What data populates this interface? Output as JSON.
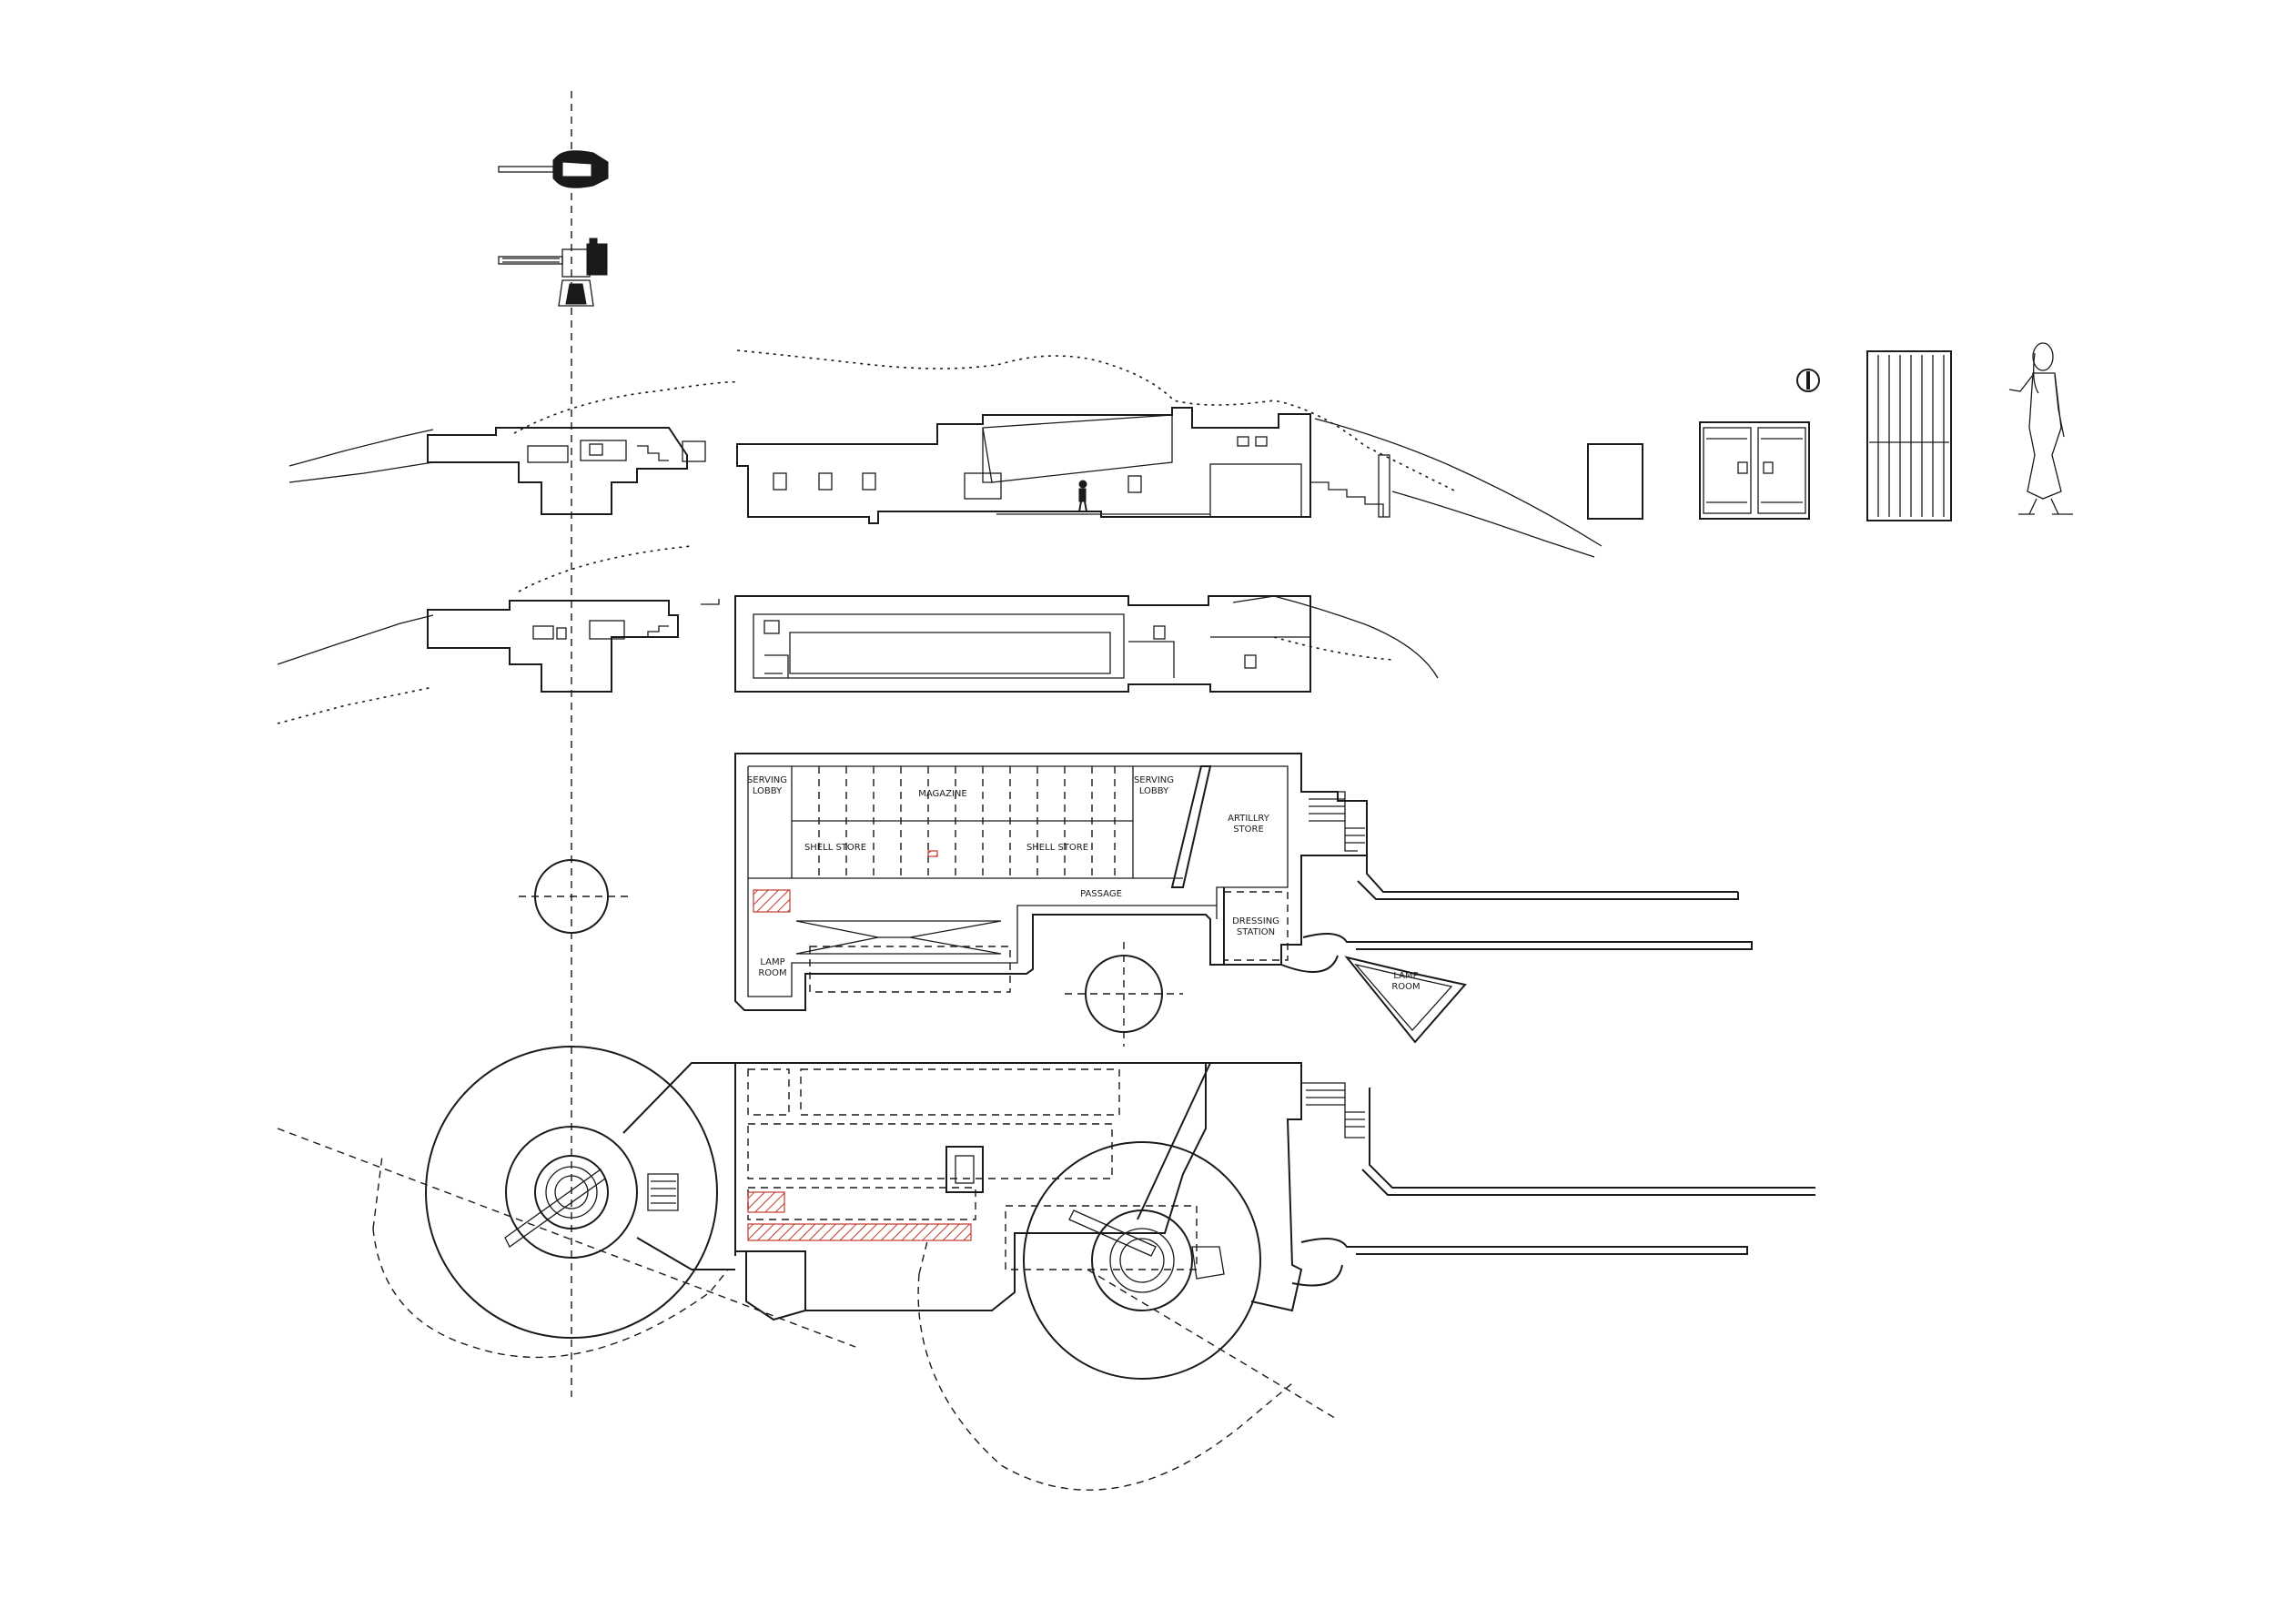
{
  "rooms": {
    "serving_lobby_left": "SERVING\nLOBBY",
    "magazine": "MAGAZINE",
    "serving_lobby_right": "SERVING\nLOBBY",
    "artillery_store": "ARTILLRY\nSTORE",
    "shell_store_left": "SHELL STORE",
    "shell_store_right": "SHELL STORE",
    "passage": "PASSAGE",
    "lamp_room_left": "LAMP\nROOM",
    "dressing_station": "DRESSING\nSTATION",
    "lamp_room_right": "LAMP\nROOM"
  },
  "colors": {
    "line": "#1a1a1a",
    "hatch": "#c0392b",
    "background": "#ffffff"
  }
}
